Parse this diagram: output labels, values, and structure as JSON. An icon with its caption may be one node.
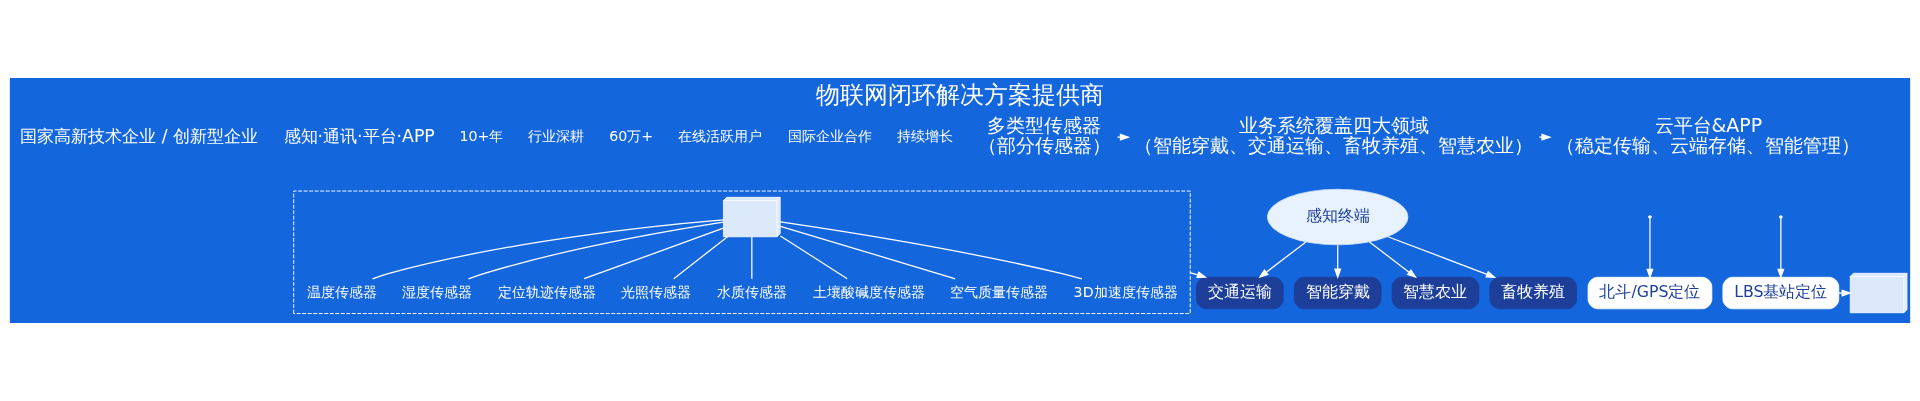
{
  "diagram": {
    "title": "物联网闭环解决方案提供商",
    "nodes": [
      {
        "text": [
          "多类型传感器",
          "（部分传感器）"
        ]
      },
      {
        "text": [
          "业务系统覆盖四大领域",
          "（智能穿戴、交通运输、畜牧养殖、智慧农业）"
        ]
      },
      {
        "text": [
          "云平台&APP",
          "（稳定传输、云端存储、智能管理）"
        ]
      },
      {
        "text": [],
        "shape": "box"
      },
      {
        "text": [],
        "shape": "picture",
        "in": 3
      },
      {
        "text": [
          "温度传感器"
        ],
        "in": 3
      },
      {
        "text": [
          "湿度传感器"
        ],
        "in": 3
      },
      {
        "text": [
          "定位轨迹传感器"
        ],
        "in": 3
      },
      {
        "text": [
          "光照传感器"
        ],
        "in": 3
      },
      {
        "text": [
          "水质传感器"
        ],
        "in": 3
      },
      {
        "text": [
          "土壤酸碱度传感器"
        ],
        "in": 3
      },
      {
        "text": [
          "空气质量传感器"
        ],
        "in": 3
      },
      {
        "text": [
          "3D加速度传感器"
        ],
        "in": 3
      },
      {
        "text": [
          "智能穿戴"
        ]
      },
      {
        "text": [
          "交通运输"
        ]
      },
      {
        "text": [
          "感知终端"
        ]
      },
      {
        "text": [
          "智慧农业"
        ]
      },
      {
        "text": [
          "畜牧养殖"
        ]
      },
      {
        "text": [
          "北斗/GPS定位"
        ]
      },
      {
        "text": [
          "LBS基站定位"
        ]
      },
      {
        "text": [],
        "shape": "picture"
      }
    ],
    "edges": [
      {
        "from": 0,
        "to": 1,
        "arrow": "to"
      },
      {
        "from": 1,
        "to": 2,
        "arrow": "to"
      },
      {
        "from": 4,
        "to": 5,
        "arrow": "none"
      },
      {
        "from": 4,
        "to": 6,
        "arrow": "none"
      },
      {
        "from": 4,
        "to": 7,
        "arrow": "none"
      },
      {
        "from": 4,
        "to": 8,
        "arrow": "none"
      },
      {
        "from": 4,
        "to": 9,
        "arrow": "none"
      },
      {
        "from": 4,
        "to": 10,
        "arrow": "none"
      },
      {
        "from": 4,
        "to": 11,
        "arrow": "none"
      },
      {
        "from": 4,
        "to": 12,
        "arrow": "none"
      },
      {
        "from": 3,
        "to": 14,
        "arrow": "to"
      },
      {
        "from": 15,
        "to": 13,
        "arrow": "to"
      },
      {
        "from": 15,
        "to": 14,
        "arrow": "to"
      },
      {
        "from": 15,
        "to": 16,
        "arrow": "to"
      },
      {
        "from": 15,
        "to": 17,
        "arrow": "to"
      },
      {
        "from": null,
        "to": 18,
        "arrow": "to"
      },
      {
        "from": null,
        "to": 19,
        "arrow": "to"
      },
      {
        "from": 19,
        "to": 20,
        "arrow": "to"
      }
    ],
    "labels": [
      "国家高新技术企业 / 创新型企业",
      "感知·通讯·平台·APP",
      "10+年",
      "行业深耕",
      "60万+",
      "在线活跃用户",
      "国际企业合作",
      "持续增长"
    ]
  }
}
